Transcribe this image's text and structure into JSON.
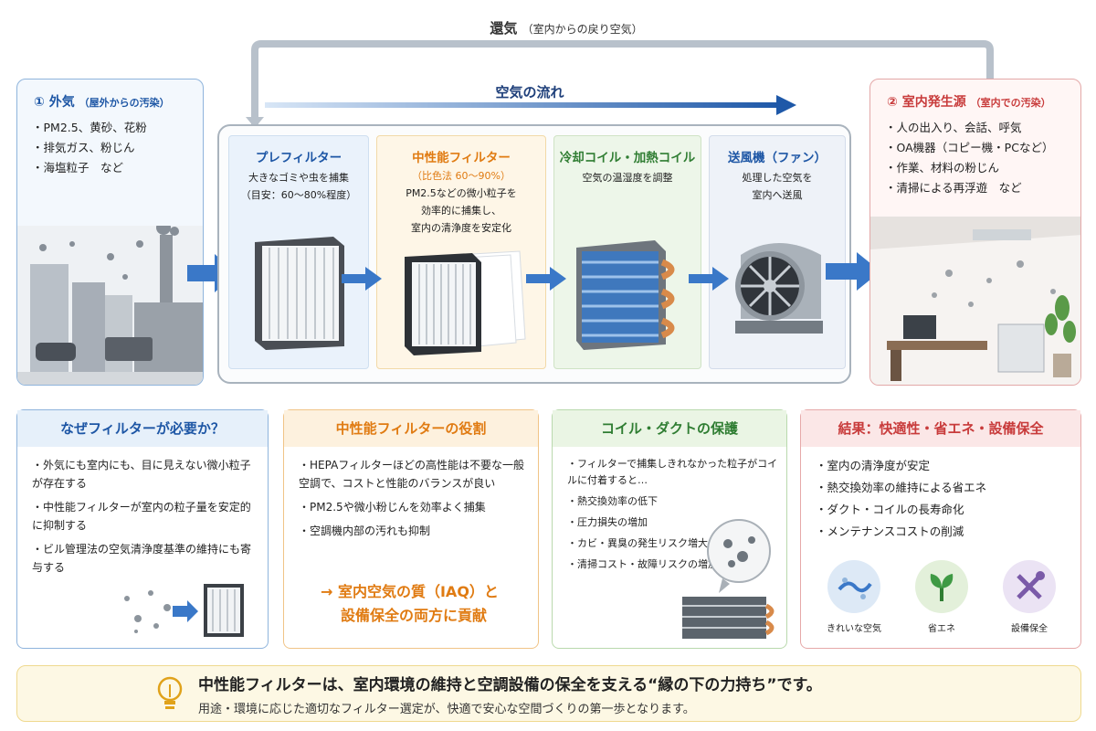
{
  "return_air": {
    "label": "還気",
    "sub": "（室内からの戻り空気）"
  },
  "airflow": {
    "label": "空気の流れ"
  },
  "outdoor": {
    "number": "①",
    "title": "外気",
    "sub": "（屋外からの汚染）",
    "items": [
      "PM2.5、黄砂、花粉",
      "排気ガス、粉じん",
      "海塩粒子　など"
    ]
  },
  "indoor": {
    "number": "②",
    "title": "室内発生源",
    "sub": "（室内での汚染）",
    "items": [
      "人の出入り、会話、呼気",
      "OA機器（コピー機・PCなど）",
      "作業、材料の粉じん",
      "清掃による再浮遊　など"
    ]
  },
  "stages": {
    "prefilter": {
      "title": "プレフィルター",
      "lines": [
        "大きなゴミや虫を捕集",
        "（目安：60〜80%程度）"
      ]
    },
    "medium": {
      "title": "中性能フィルター",
      "sub": "（比色法 60〜90%）",
      "lines": [
        "PM2.5などの微小粒子を",
        "効率的に捕集し、",
        "室内の清浄度を安定化"
      ]
    },
    "coil": {
      "title": "冷却コイル・加熱コイル",
      "lines": [
        "空気の温湿度を調整"
      ]
    },
    "fan": {
      "title": "送風機（ファン）",
      "lines": [
        "処理した空気を",
        "室内へ送風"
      ]
    }
  },
  "cards": {
    "why": {
      "title": "なぜフィルターが必要か？",
      "items": [
        "外気にも室内にも、目に見えない微小粒子が存在する",
        "中性能フィルターが室内の粒子量を安定的に抑制する",
        "ビル管理法の空気清浄度基準の維持にも寄与する"
      ]
    },
    "role": {
      "title": "中性能フィルターの役割",
      "items": [
        "HEPAフィルターほどの高性能は不要な一般空調で、コストと性能のバランスが良い",
        "PM2.5や微小粉じんを効率よく捕集",
        "空調機内部の汚れも抑制"
      ],
      "conclusion_1": "→ 室内空気の質（IAQ）と",
      "conclusion_2": "設備保全の両方に貢献"
    },
    "protect": {
      "title": "コイル・ダクトの保護",
      "items": [
        "フィルターで捕集しきれなかった粒子がコイルに付着すると…",
        "熱交換効率の低下",
        "圧力損失の増加",
        "カビ・異臭の発生リスク増大",
        "清掃コスト・故障リスクの増加"
      ]
    },
    "result": {
      "title": "結果：快適性・省エネ・設備保全",
      "items": [
        "室内の清浄度が安定",
        "熱交換効率の維持による省エネ",
        "ダクト・コイルの長寿命化",
        "メンテナンスコストの削減"
      ],
      "benefits": [
        "きれいな空気",
        "省エネ",
        "設備保全"
      ]
    }
  },
  "footer": {
    "main": "中性能フィルターは、室内環境の維持と空調設備の保全を支える“縁の下の力持ち”です。",
    "sub": "用途・環境に応じた適切なフィルター選定が、快適で安心な空間づくりの第一歩となります。"
  },
  "colors": {
    "blue": "#1d56a5",
    "orange": "#e07b12",
    "green": "#2f7d32",
    "red": "#c83b3b"
  }
}
